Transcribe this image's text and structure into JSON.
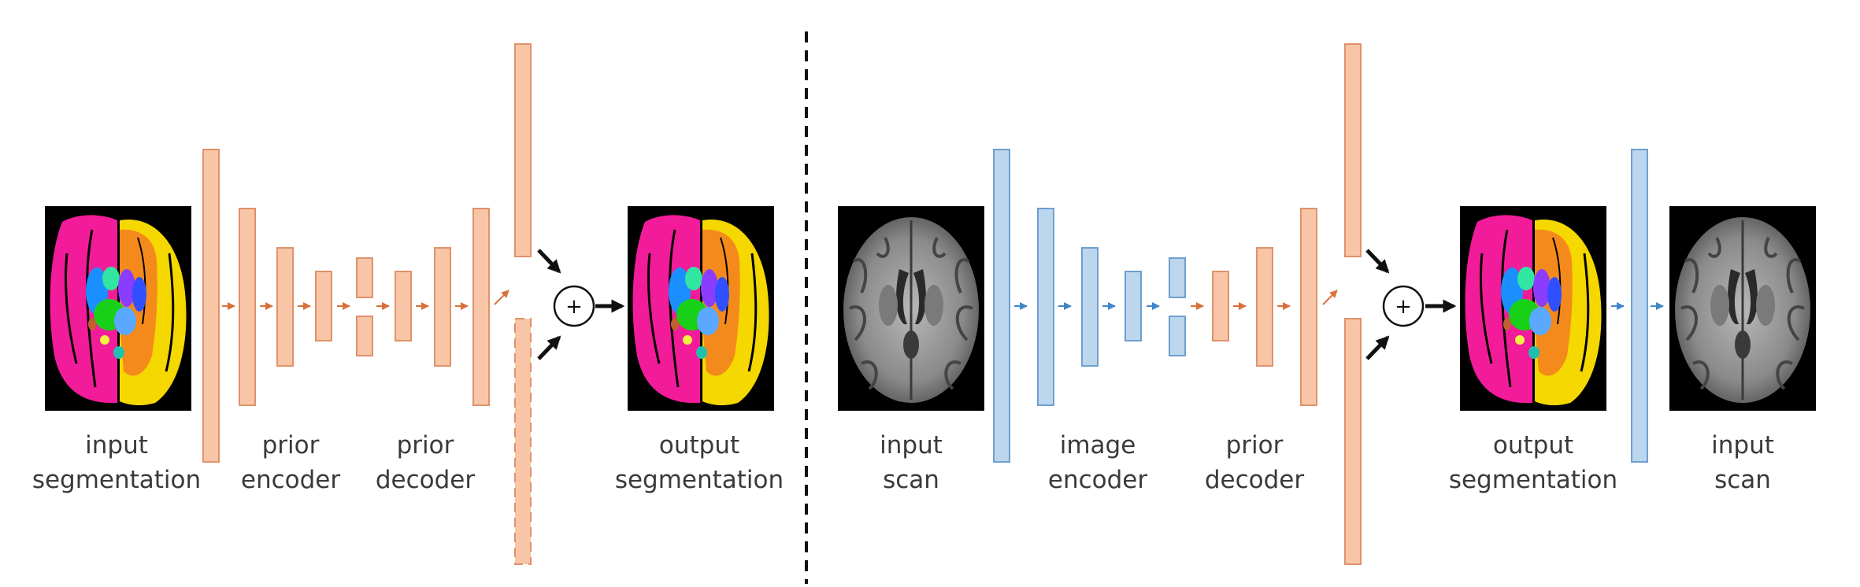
{
  "left_panel": {
    "labels": {
      "input_line1": "input",
      "input_line2": "segmentation",
      "encoder_line1": "prior",
      "encoder_line2": "encoder",
      "decoder_line1": "prior",
      "decoder_line2": "decoder",
      "output_line1": "output",
      "output_line2": "segmentation"
    },
    "sum_symbol": "+"
  },
  "right_panel": {
    "labels": {
      "input_line1": "input",
      "input_line2": "scan",
      "encoder_line1": "image",
      "encoder_line2": "encoder",
      "decoder_line1": "prior",
      "decoder_line2": "decoder",
      "output_line1": "output",
      "output_line2": "segmentation",
      "recon_line1": "input",
      "recon_line2": "scan"
    },
    "sum_symbol": "+"
  },
  "colors": {
    "prior_block_fill": "#f8c6a7",
    "prior_block_stroke": "#e0916b",
    "image_block_fill": "#bcd6ee",
    "image_block_stroke": "#6f9fce",
    "prior_arrow": "#d9703a",
    "image_arrow": "#3f86c8"
  }
}
